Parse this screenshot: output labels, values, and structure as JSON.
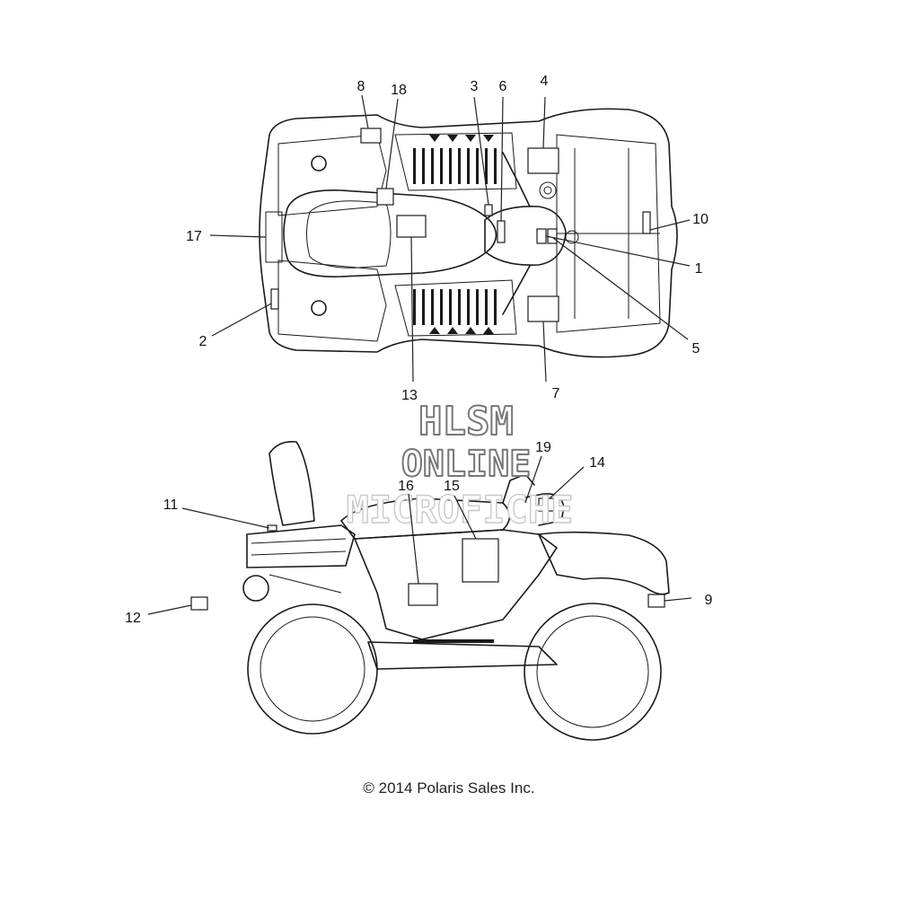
{
  "watermark": {
    "line1": "HLSM",
    "line2": "ONLINE",
    "line3": "MICROFICHE"
  },
  "copyright": "© 2014  Polaris Sales Inc.",
  "callouts": [
    "1",
    "2",
    "3",
    "4",
    "5",
    "6",
    "7",
    "8",
    "9",
    "10",
    "11",
    "12",
    "13",
    "14",
    "15",
    "16",
    "17",
    "18",
    "19"
  ]
}
